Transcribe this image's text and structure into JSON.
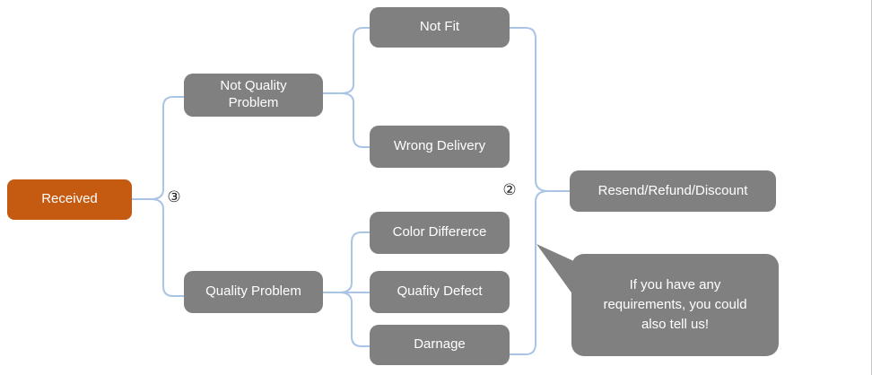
{
  "diagram": {
    "nodes": {
      "received": "Received",
      "not_quality_problem": "Not Quality\nProblem",
      "quality_problem": "Quality Problem",
      "not_fit": "Not Fit",
      "wrong_delivery": "Wrong Delivery",
      "color_differerce": "Color Differerce",
      "quafity_defect": "Quafity Defect",
      "darnage": "Darnage",
      "resolution": "Resend/Refund/Discount"
    },
    "callout": {
      "text": "If you have any\nrequirements, you could\nalso tell us!"
    },
    "markers": {
      "left_branch": "③",
      "right_branch": "②"
    },
    "colors": {
      "root_fill": "#c55a11",
      "node_fill": "#808080",
      "connector": "#a9c4e4",
      "node_text": "#ffffff",
      "marker_text": "#1a1a1a"
    }
  }
}
